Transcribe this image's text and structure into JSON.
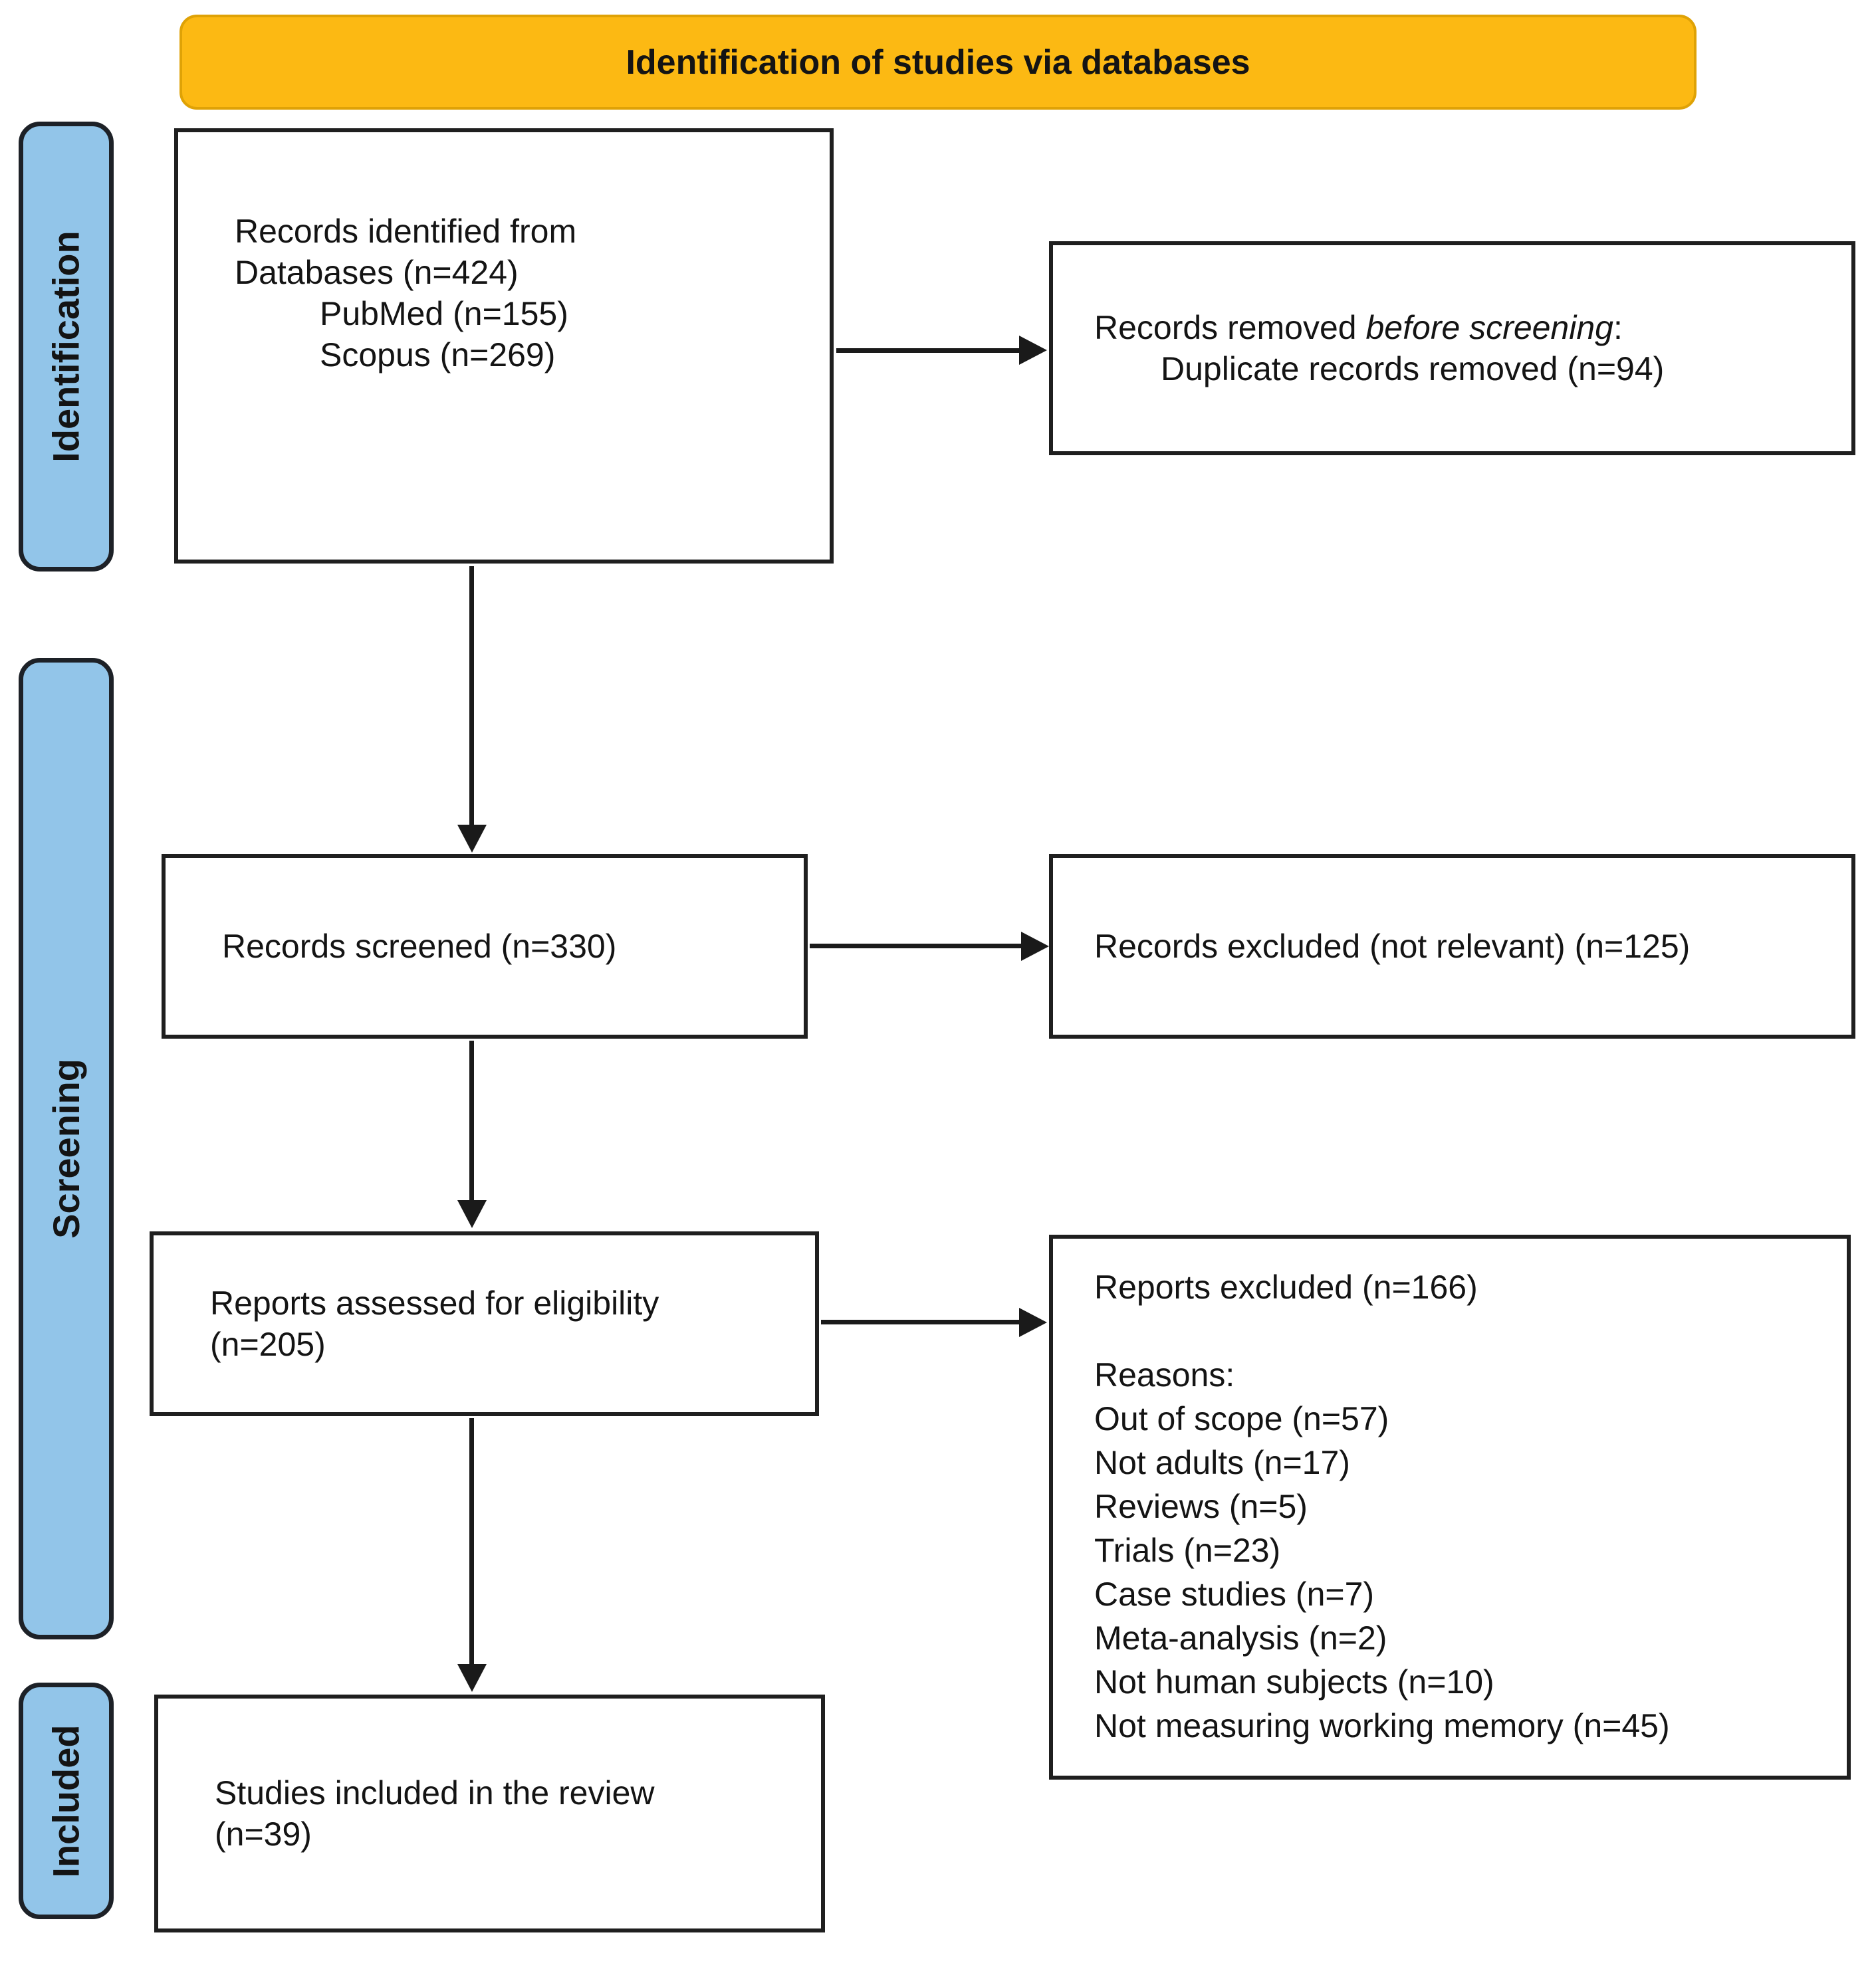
{
  "title": "Identification of studies via databases",
  "stages": {
    "identification": "Identification",
    "screening": "Screening",
    "included": "Included"
  },
  "boxes": {
    "records_identified": {
      "line1": "Records identified from",
      "line2": "Databases (n=424)",
      "line3": "PubMed (n=155)",
      "line4": "Scopus (n=269)"
    },
    "records_removed": {
      "prefix": "Records removed ",
      "italic": "before screening",
      "suffix": ":",
      "line2": "Duplicate records removed (n=94)"
    },
    "records_screened": {
      "line1": "Records screened (n=330)"
    },
    "records_excluded": {
      "line1": "Records excluded (not relevant) (n=125)"
    },
    "reports_assessed": {
      "line1": "Reports assessed for eligibility",
      "line2": "(n=205)"
    },
    "reports_excluded": {
      "header": "Reports excluded (n=166)",
      "reasons_label": "Reasons:",
      "reasons": [
        "Out of scope (n=57)",
        "Not adults (n=17)",
        "Reviews (n=5)",
        "Trials (n=23)",
        "Case studies (n=7)",
        "Meta-analysis (n=2)",
        "Not human subjects (n=10)",
        "Not measuring working memory (n=45)"
      ]
    },
    "studies_included": {
      "line1": "Studies included in the review",
      "line2": "(n=39)"
    }
  },
  "colors": {
    "banner_fill": "#FCB913",
    "banner_border": "#DFA206",
    "stage_fill": "#92C5E9",
    "stage_border": "#1D2127",
    "box_border": "#1F1F1F",
    "arrow": "#1A1A1A",
    "text": "#141414"
  }
}
